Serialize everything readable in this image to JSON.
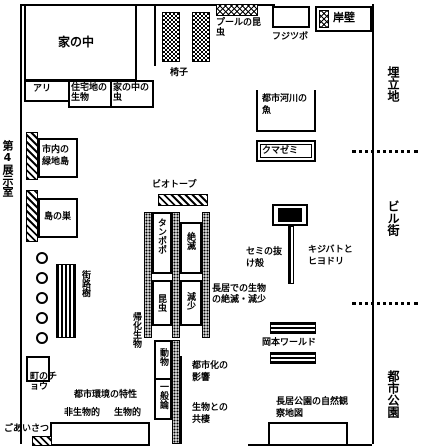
{
  "title": "第4展示室",
  "rooms": {
    "house_inside": "家の中",
    "ari": "アリ",
    "residential_life": "住宅地の生物",
    "house_insects": "家の中の虫",
    "chair": "椅子",
    "pool_insects": "プールの昆虫",
    "fujitsubo": "フジツボ",
    "ganpeki": "岸壁",
    "urban_river_fish": "都市河川の魚",
    "kumazemi": "クマゼミ",
    "city_green_island": "市内の緑地島",
    "island_nest": "島の巣",
    "biotope": "ビオトープ",
    "tanpopo": "タンポポ",
    "extinct": "絶滅",
    "konchu": "昆虫",
    "decrease": "減少",
    "sparrow_molt": "セミの抜け殻",
    "kijibato": "キジバトとヒヨドリ",
    "nagai_extinction": "長居での生物の絶滅・減少",
    "street_trees": "街路樹",
    "acclimatized": "帰化生物",
    "machi_no_chou": "町のチョウ",
    "animals": "動物",
    "general": "一般論",
    "urbanization_effects": "都市化の影響",
    "coexistence": "生物との共棲",
    "okamoto_world": "岡本ワールド",
    "urban_env_features": "都市環境の特性",
    "non_living": "非生物的",
    "living": "生物的",
    "greeting": "ごあいさつ",
    "nagai_park_map": "長居公園の自然観察地図"
  },
  "outside": {
    "landfill": "埋立地",
    "buildings": "ビル街",
    "city_park": "都市公園"
  }
}
